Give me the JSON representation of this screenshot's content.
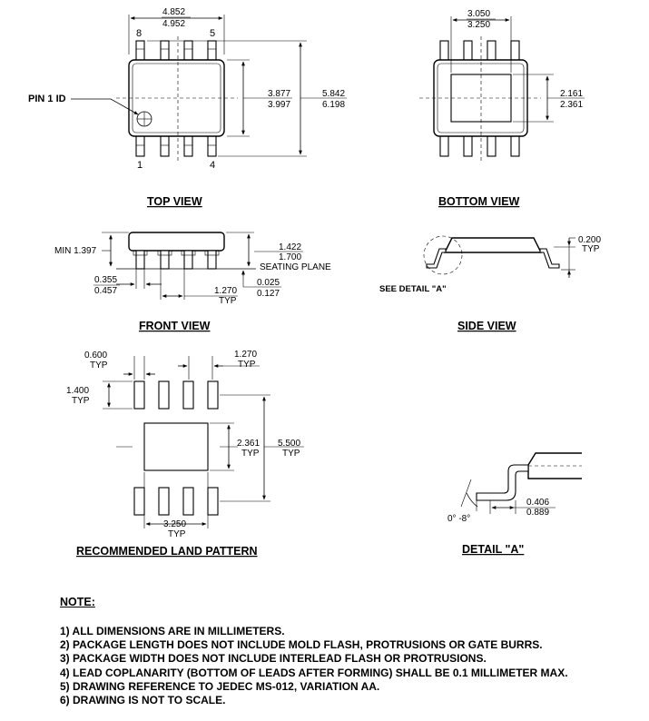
{
  "views": {
    "top": {
      "title": "TOP VIEW",
      "dim_width_min": "4.852",
      "dim_width_max": "4.952",
      "dim_body_min": "3.877",
      "dim_body_max": "3.997",
      "dim_total_min": "5.842",
      "dim_total_max": "6.198",
      "pin_1_id_label": "PIN 1 ID",
      "pin_8": "8",
      "pin_5": "5",
      "pin_1": "1",
      "pin_4": "4"
    },
    "bottom": {
      "title": "BOTTOM VIEW",
      "dim_pad_w_min": "3.050",
      "dim_pad_w_max": "3.250",
      "dim_pad_h_min": "2.161",
      "dim_pad_h_max": "2.361"
    },
    "front": {
      "title": "FRONT VIEW",
      "dim_standoff": "MIN 1.397",
      "dim_height_min": "1.422",
      "dim_height_max": "1.700",
      "seating_plane": "SEATING PLANE",
      "dim_lead_w_min": "0.355",
      "dim_lead_w_max": "0.457",
      "dim_pitch": "1.270",
      "dim_pitch_typ": "TYP",
      "dim_standoff2_min": "0.025",
      "dim_standoff2_max": "0.127"
    },
    "side": {
      "title": "SIDE VIEW",
      "dim_lead_t": "0.200",
      "dim_lead_t_typ": "TYP",
      "see_detail": "SEE DETAIL \"A\""
    },
    "land": {
      "title": "RECOMMENDED LAND PATTERN",
      "dim_pad_w": "0.600",
      "dim_pad_w_typ": "TYP",
      "dim_pitch": "1.270",
      "dim_pitch_typ": "TYP",
      "dim_pad_h": "1.400",
      "dim_pad_h_typ": "TYP",
      "dim_center_h": "2.361",
      "dim_center_h_typ": "TYP",
      "dim_total_h": "5.500",
      "dim_total_h_typ": "TYP",
      "dim_center_w": "3.250",
      "dim_center_w_typ": "TYP"
    },
    "detail": {
      "title": "DETAIL \"A\"",
      "dim_foot_min": "0.406",
      "dim_foot_max": "0.889",
      "dim_angle": "0° -8°"
    }
  },
  "notes": {
    "heading": "NOTE:",
    "items": [
      "1) ALL DIMENSIONS ARE IN MILLIMETERS.",
      "2) PACKAGE LENGTH DOES NOT INCLUDE MOLD FLASH, PROTRUSIONS OR GATE BURRS.",
      "3) PACKAGE WIDTH DOES NOT INCLUDE INTERLEAD FLASH OR PROTRUSIONS.",
      "4) LEAD COPLANARITY (BOTTOM OF LEADS AFTER FORMING) SHALL BE 0.1 MILLIMETER MAX.",
      "5) DRAWING REFERENCE TO JEDEC MS-012, VARIATION AA.",
      "6) DRAWING IS NOT TO SCALE."
    ]
  }
}
